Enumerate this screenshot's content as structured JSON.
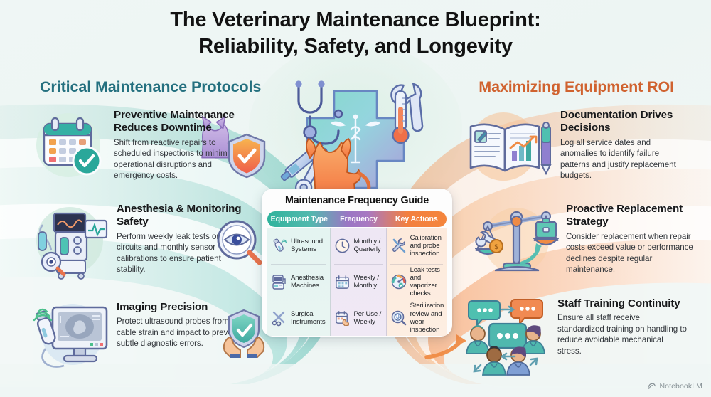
{
  "title": {
    "line1": "The Veterinary Maintenance Blueprint:",
    "line2": "Reliability, Safety, and Longevity"
  },
  "sections": {
    "left_heading": "Critical Maintenance Protocols",
    "right_heading": "Maximizing Equipment ROI"
  },
  "colors": {
    "background": "#eef5f4",
    "teal_heading": "#24707f",
    "orange_heading": "#d0622f",
    "teal_band": "#3fb3a6",
    "orange_band": "#f1914f",
    "table_header_start": "#2fb39c",
    "table_header_mid": "#9b76c4",
    "table_header_end": "#f4853c",
    "body_text": "#33373c",
    "title_text": "#121212"
  },
  "left_features": [
    {
      "icon": "calendar-check-icon",
      "heading": "Preventive Maintenance Reduces Downtime",
      "body": "Shift from reactive repairs to scheduled inspections to minimize operational disruptions and emergency costs.",
      "badge_icon": "shield-check-icon"
    },
    {
      "icon": "anesthesia-machine-icon",
      "heading": "Anesthesia & Monitoring Safety",
      "body": "Perform weekly leak tests on circuits and monthly sensor calibrations to ensure patient stability.",
      "badge_icon": "eye-magnifier-icon"
    },
    {
      "icon": "ultrasound-monitor-icon",
      "heading": "Imaging Precision",
      "body": "Protect ultrasound probes from cable strain and impact to prevent subtle diagnostic errors.",
      "badge_icon": "shield-in-hands-icon"
    }
  ],
  "right_features": [
    {
      "icon": "open-book-chart-pen-icon",
      "heading": "Documentation Drives Decisions",
      "body": "Log all service dates and anomalies to identify failure patterns and justify replacement budgets."
    },
    {
      "icon": "balance-scale-icon",
      "heading": "Proactive Replacement Strategy",
      "body": "Consider replacement when repair costs exceed value or performance declines despite regular maintenance."
    },
    {
      "icon": "staff-training-group-icon",
      "heading": "Staff Training Continuity",
      "body": "Ensure all staff receive standardized training on handling to reduce avoidable mechanical stress."
    }
  ],
  "hero": {
    "icon": "veterinary-cross-caduceus-icon",
    "elements": [
      "stethoscope",
      "syringe",
      "wrench",
      "thermometer",
      "medical-cross",
      "caduceus",
      "dog",
      "cat"
    ]
  },
  "table": {
    "title": "Maintenance Frequency Guide",
    "columns": [
      "Equipment Type",
      "Frequency",
      "Key Actions"
    ],
    "rows": [
      {
        "equipment": "Ultrasound Systems",
        "equipment_icon": "ultrasound-probe-icon",
        "frequency": "Monthly / Quarterly",
        "frequency_icon": "clock-icon",
        "action": "Calibration and probe inspection",
        "action_icon": "wrench-screwdriver-icon"
      },
      {
        "equipment": "Anesthesia Machines",
        "equipment_icon": "monitor-machine-icon",
        "frequency": "Weekly / Monthly",
        "frequency_icon": "calendar-icon",
        "action": "Leak tests and vaporizer checks",
        "action_icon": "gauge-icon"
      },
      {
        "equipment": "Surgical Instruments",
        "equipment_icon": "scissors-scalpel-icon",
        "frequency": "Per Use / Weekly",
        "frequency_icon": "calendar-tap-icon",
        "action": "Sterilization review and wear inspection",
        "action_icon": "magnifier-power-icon"
      }
    ]
  },
  "footer": {
    "watermark": "NotebookLM",
    "watermark_icon": "notebooklm-logo-icon"
  }
}
